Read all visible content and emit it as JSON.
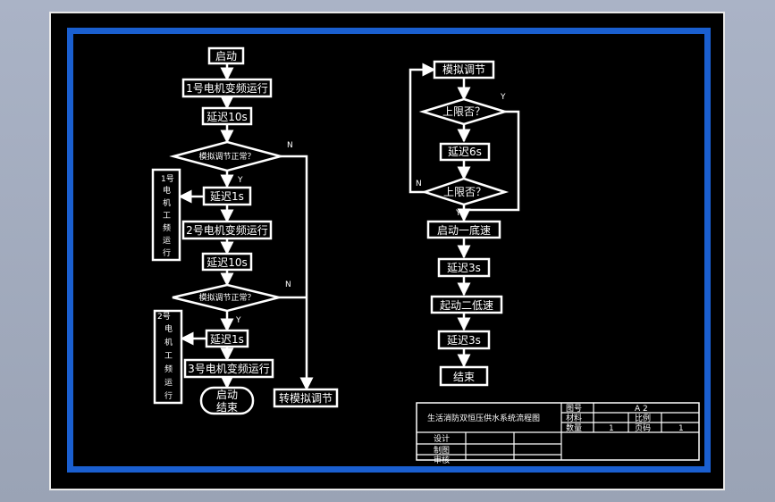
{
  "diagram": {
    "left": {
      "start": "启动",
      "motor1_vf": "1号电机变频运行",
      "delay_10s_1": "延迟10s",
      "decision_1": "模拟调节正常？",
      "motor1_pf": [
        "1号",
        "电",
        "机",
        "工",
        "频",
        "运",
        "行"
      ],
      "delay_1s_1": "延迟1s",
      "motor2_vf": "2号电机变频运行",
      "delay_10s_2": "延迟10s",
      "decision_2": "模拟调节正常？",
      "motor2_pf": [
        "2号",
        "电",
        "机",
        "工",
        "频",
        "运",
        "行"
      ],
      "delay_1s_2": "延迟1s",
      "motor3_vf": "3号电机变频运行",
      "start_end": [
        "启动",
        "结束"
      ],
      "switch_analog": "转模拟调节",
      "yes_1": "Y",
      "no_1": "N",
      "yes_2": "Y",
      "no_2": "N"
    },
    "right": {
      "analog": "模拟调节",
      "upper_limit_1": "上限否？",
      "delay_6s": "延迟6s",
      "upper_limit_2": "上限否？",
      "start_low_1": "启动一底速",
      "delay_3s_1": "延迟3s",
      "start_low_2": "起动二低速",
      "delay_3s_2": "延迟3s",
      "end": "结束",
      "yes_1": "Y",
      "no_1": "N",
      "yes_2": "Y"
    }
  },
  "title_block": {
    "title": "生活消防双恒压供水系统流程图",
    "figure_no_label": "图号",
    "figure_no_value": "A 2",
    "material_label": "材料",
    "scale_label": "比例",
    "quantity_label": "数量",
    "quantity_value": "1",
    "page_label": "页码",
    "page_value": "1",
    "design_label": "设计",
    "draw_label": "制图",
    "review_label": "审核"
  },
  "colors": {
    "frame": "#1a5fd0",
    "background": "#000000",
    "line": "#ffffff"
  }
}
